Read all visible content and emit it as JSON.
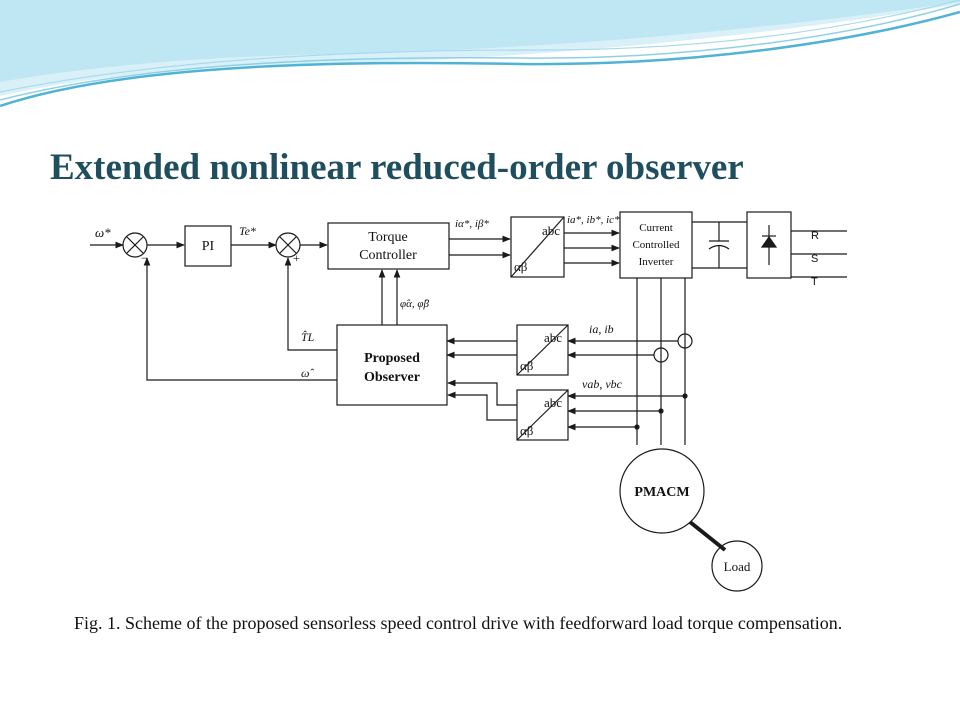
{
  "slide": {
    "title": "Extended nonlinear reduced-order observer"
  },
  "figure": {
    "caption": "Fig. 1. Scheme of the proposed sensorless speed control drive with feedforward load torque compensation.",
    "blocks": {
      "pi": "PI",
      "torque_controller": [
        "Torque",
        "Controller"
      ],
      "transform_top": {
        "upper": "abc",
        "lower": "αβ"
      },
      "inverter": [
        "Current",
        "Controlled",
        "Inverter"
      ],
      "observer": [
        "Proposed",
        "Observer"
      ],
      "transform_current": {
        "upper": "abc",
        "lower": "αβ"
      },
      "transform_voltage": {
        "upper": "abc",
        "lower": "αβ"
      },
      "motor": "PMACM",
      "load": "Load"
    },
    "grid_phases": [
      "R",
      "S",
      "T"
    ],
    "signals": {
      "speed_ref": "ω*",
      "torque_ref": "Te*",
      "i_alpha_beta_ref": "iα*, iβ*",
      "i_abc_ref": "ia*, ib*, ic*",
      "flux_est": "φ̂α, φ̂β",
      "load_torque_est": "T̂L",
      "speed_est": "ω̂",
      "currents": "ia, ib",
      "voltages": "vab, vbc"
    },
    "colors": {
      "line": "#1a1a1a",
      "title": "#1f4e5f",
      "wave_dark": "#4fb3d6",
      "wave_light": "#bfe6f3"
    }
  }
}
